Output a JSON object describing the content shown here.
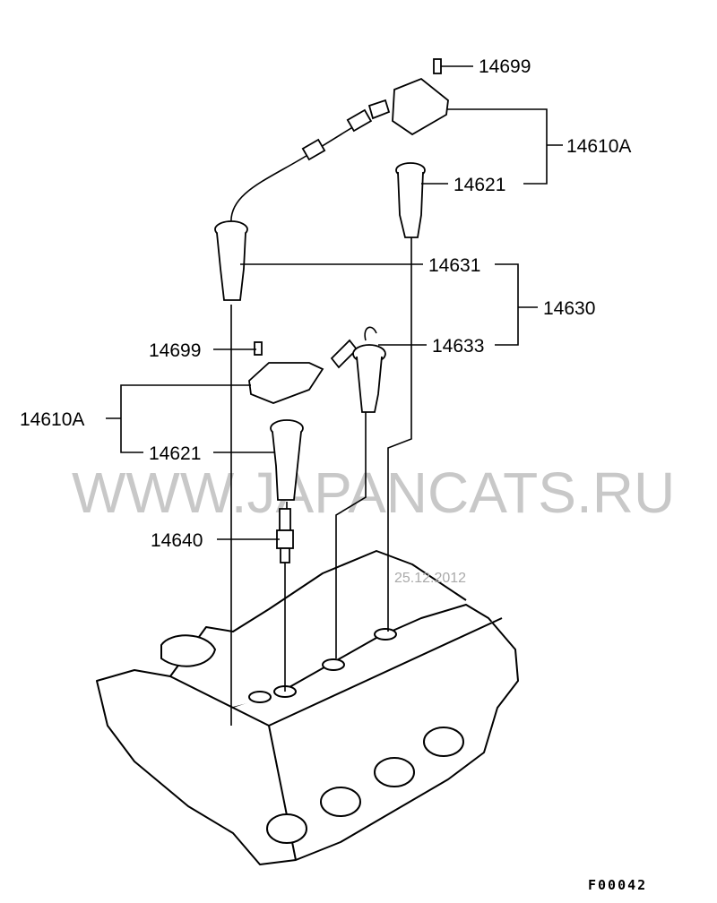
{
  "diagram": {
    "labels": {
      "bolt_top": "14699",
      "coil_top": "14610A",
      "boot_top": "14621",
      "cable_1": "14631",
      "cable_set": "14630",
      "cable_2": "14633",
      "bolt_mid": "14699",
      "coil_mid": "14610A",
      "boot_mid": "14621",
      "spark_plug": "14640"
    },
    "watermark": "WWW.JAPANCATS.RU",
    "date_stamp": "25.12.2012",
    "figure_code": "F00042"
  }
}
